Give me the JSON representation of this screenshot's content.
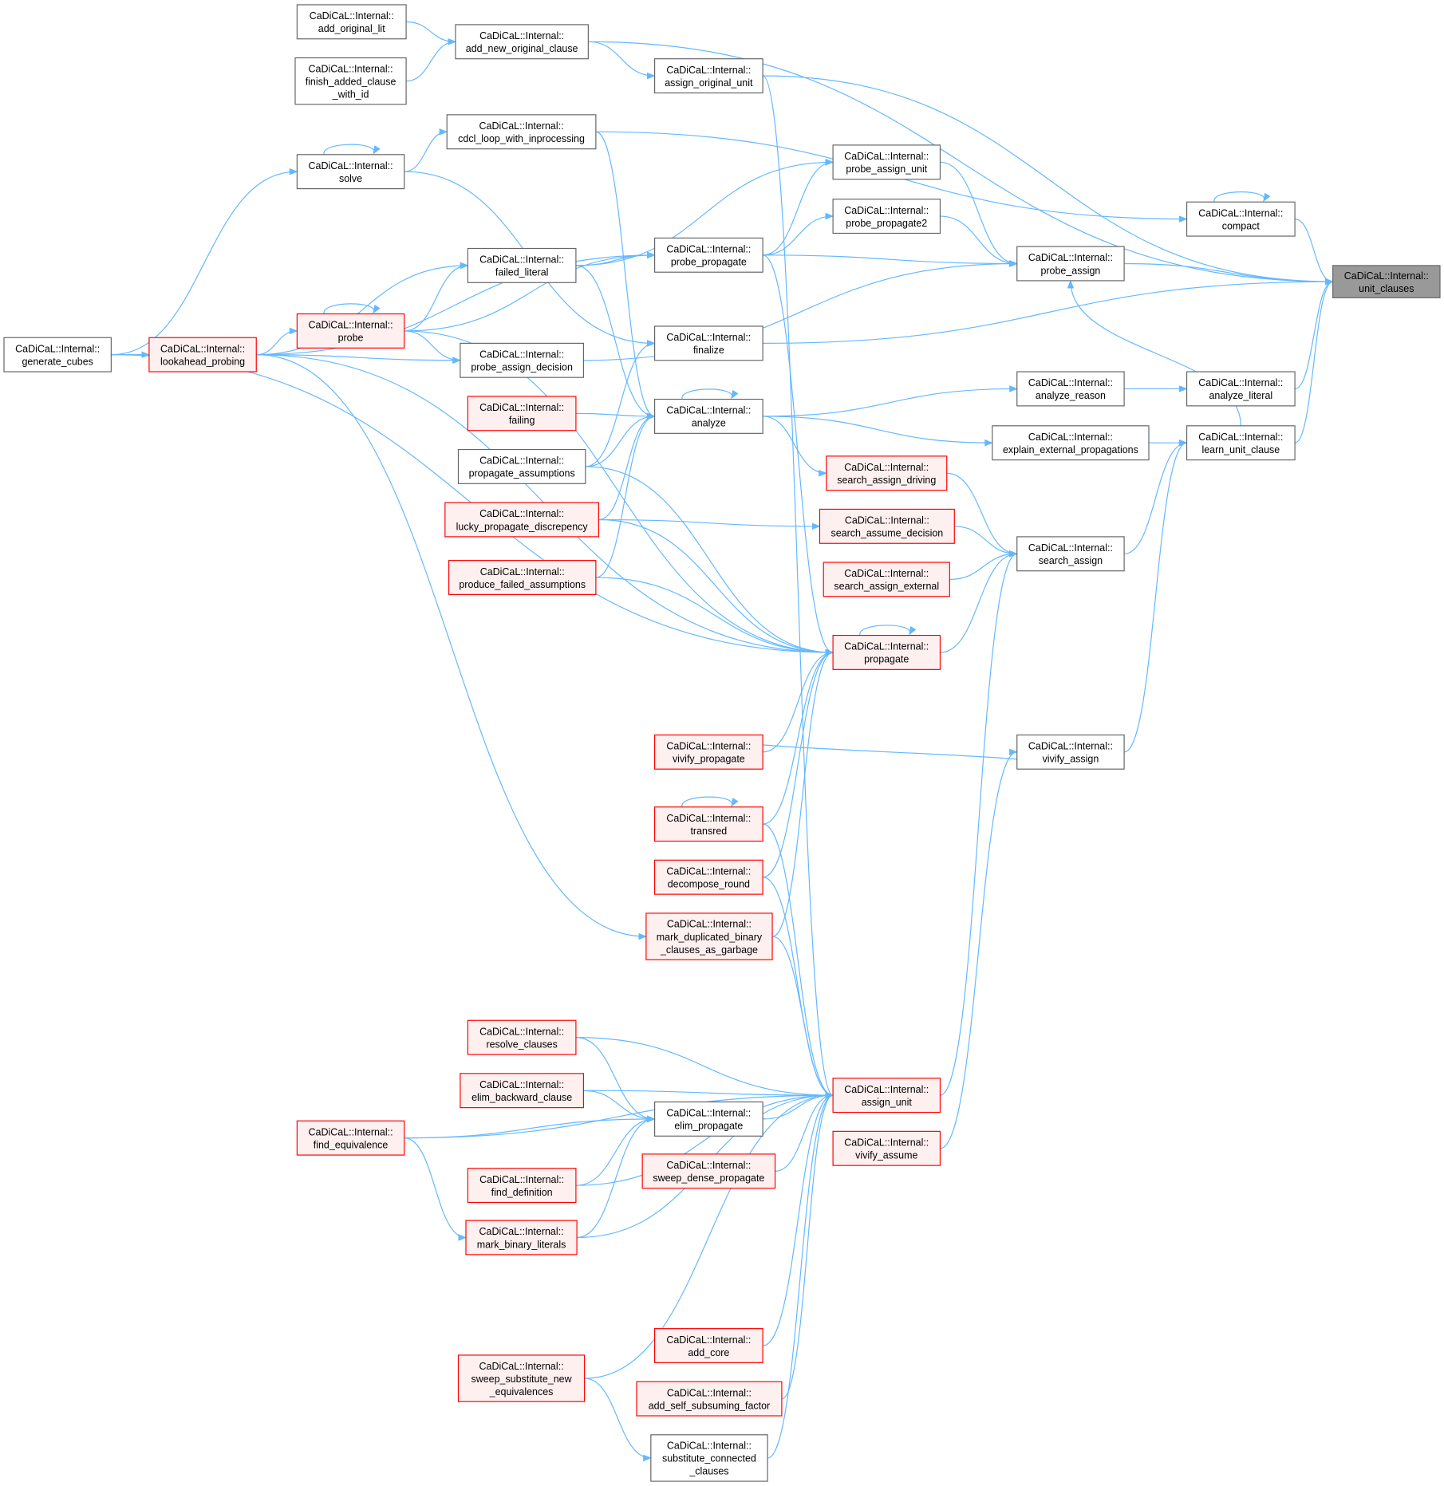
{
  "graph": {
    "title": "CaDiCaL::Internal::unit_clauses caller graph",
    "colors": {
      "edge": "#63b8ff",
      "focus_fill": "#999999",
      "red_border": "#ff0000",
      "red_fill": "#fff0f0",
      "plain_border": "#666666"
    },
    "nodes": [
      {
        "id": "add_original_lit",
        "style": "plain",
        "lines": [
          "CaDiCaL::Internal::",
          "add_original_lit"
        ]
      },
      {
        "id": "add_new_original_clause",
        "style": "plain",
        "lines": [
          "CaDiCaL::Internal::",
          "add_new_original_clause"
        ]
      },
      {
        "id": "finish_added_clause_with_id",
        "style": "plain",
        "lines": [
          "CaDiCaL::Internal::",
          "finish_added_clause",
          "_with_id"
        ]
      },
      {
        "id": "assign_original_unit",
        "style": "plain",
        "lines": [
          "CaDiCaL::Internal::",
          "assign_original_unit"
        ]
      },
      {
        "id": "cdcl_loop_with_inprocessing",
        "style": "plain",
        "lines": [
          "CaDiCaL::Internal::",
          "cdcl_loop_with_inprocessing"
        ]
      },
      {
        "id": "solve",
        "style": "plain",
        "lines": [
          "CaDiCaL::Internal::",
          "solve"
        ]
      },
      {
        "id": "probe_assign_unit",
        "style": "plain",
        "lines": [
          "CaDiCaL::Internal::",
          "probe_assign_unit"
        ]
      },
      {
        "id": "compact",
        "style": "plain",
        "lines": [
          "CaDiCaL::Internal::",
          "compact"
        ]
      },
      {
        "id": "probe_propagate2",
        "style": "plain",
        "lines": [
          "CaDiCaL::Internal::",
          "probe_propagate2"
        ]
      },
      {
        "id": "probe_propagate",
        "style": "plain",
        "lines": [
          "CaDiCaL::Internal::",
          "probe_propagate"
        ]
      },
      {
        "id": "failed_literal",
        "style": "plain",
        "lines": [
          "CaDiCaL::Internal::",
          "failed_literal"
        ]
      },
      {
        "id": "probe_assign",
        "style": "plain",
        "lines": [
          "CaDiCaL::Internal::",
          "probe_assign"
        ]
      },
      {
        "id": "unit_clauses",
        "style": "focus",
        "lines": [
          "CaDiCaL::Internal::",
          "unit_clauses"
        ]
      },
      {
        "id": "generate_cubes",
        "style": "plain",
        "lines": [
          "CaDiCaL::Internal::",
          "generate_cubes"
        ]
      },
      {
        "id": "lookahead_probing",
        "style": "red",
        "lines": [
          "CaDiCaL::Internal::",
          "lookahead_probing"
        ]
      },
      {
        "id": "probe",
        "style": "red",
        "lines": [
          "CaDiCaL::Internal::",
          "probe"
        ]
      },
      {
        "id": "probe_assign_decision",
        "style": "plain",
        "lines": [
          "CaDiCaL::Internal::",
          "probe_assign_decision"
        ]
      },
      {
        "id": "finalize",
        "style": "plain",
        "lines": [
          "CaDiCaL::Internal::",
          "finalize"
        ]
      },
      {
        "id": "analyze_literal",
        "style": "plain",
        "lines": [
          "CaDiCaL::Internal::",
          "analyze_literal"
        ]
      },
      {
        "id": "analyze_reason",
        "style": "plain",
        "lines": [
          "CaDiCaL::Internal::",
          "analyze_reason"
        ]
      },
      {
        "id": "failing",
        "style": "red",
        "lines": [
          "CaDiCaL::Internal::",
          "failing"
        ]
      },
      {
        "id": "analyze",
        "style": "plain",
        "lines": [
          "CaDiCaL::Internal::",
          "analyze"
        ]
      },
      {
        "id": "propagate_assumptions",
        "style": "plain",
        "lines": [
          "CaDiCaL::Internal::",
          "propagate_assumptions"
        ]
      },
      {
        "id": "learn_unit_clause",
        "style": "plain",
        "lines": [
          "CaDiCaL::Internal::",
          "learn_unit_clause"
        ]
      },
      {
        "id": "explain_external_propagations",
        "style": "plain",
        "lines": [
          "CaDiCaL::Internal::",
          "explain_external_propagations"
        ]
      },
      {
        "id": "search_assign_driving",
        "style": "red",
        "lines": [
          "CaDiCaL::Internal::",
          "search_assign_driving"
        ]
      },
      {
        "id": "lucky_propagate_discrepency",
        "style": "red",
        "lines": [
          "CaDiCaL::Internal::",
          "lucky_propagate_discrepency"
        ]
      },
      {
        "id": "search_assume_decision",
        "style": "red",
        "lines": [
          "CaDiCaL::Internal::",
          "search_assume_decision"
        ]
      },
      {
        "id": "search_assign",
        "style": "plain",
        "lines": [
          "CaDiCaL::Internal::",
          "search_assign"
        ]
      },
      {
        "id": "search_assign_external",
        "style": "red",
        "lines": [
          "CaDiCaL::Internal::",
          "search_assign_external"
        ]
      },
      {
        "id": "produce_failed_assumptions",
        "style": "red",
        "lines": [
          "CaDiCaL::Internal::",
          "produce_failed_assumptions"
        ]
      },
      {
        "id": "propagate",
        "style": "red",
        "lines": [
          "CaDiCaL::Internal::",
          "propagate"
        ]
      },
      {
        "id": "vivify_propagate",
        "style": "red",
        "lines": [
          "CaDiCaL::Internal::",
          "vivify_propagate"
        ]
      },
      {
        "id": "vivify_assign",
        "style": "plain",
        "lines": [
          "CaDiCaL::Internal::",
          "vivify_assign"
        ]
      },
      {
        "id": "transred",
        "style": "red",
        "lines": [
          "CaDiCaL::Internal::",
          "transred"
        ]
      },
      {
        "id": "decompose_round",
        "style": "red",
        "lines": [
          "CaDiCaL::Internal::",
          "decompose_round"
        ]
      },
      {
        "id": "mark_duplicated_binary_clauses_as_garbage",
        "style": "red",
        "lines": [
          "CaDiCaL::Internal::",
          "mark_duplicated_binary",
          "_clauses_as_garbage"
        ]
      },
      {
        "id": "resolve_clauses",
        "style": "red",
        "lines": [
          "CaDiCaL::Internal::",
          "resolve_clauses"
        ]
      },
      {
        "id": "elim_backward_clause",
        "style": "red",
        "lines": [
          "CaDiCaL::Internal::",
          "elim_backward_clause"
        ]
      },
      {
        "id": "assign_unit",
        "style": "red",
        "lines": [
          "CaDiCaL::Internal::",
          "assign_unit"
        ]
      },
      {
        "id": "elim_propagate",
        "style": "plain",
        "lines": [
          "CaDiCaL::Internal::",
          "elim_propagate"
        ]
      },
      {
        "id": "find_equivalence",
        "style": "red",
        "lines": [
          "CaDiCaL::Internal::",
          "find_equivalence"
        ]
      },
      {
        "id": "vivify_assume",
        "style": "red",
        "lines": [
          "CaDiCaL::Internal::",
          "vivify_assume"
        ]
      },
      {
        "id": "sweep_dense_propagate",
        "style": "red",
        "lines": [
          "CaDiCaL::Internal::",
          "sweep_dense_propagate"
        ]
      },
      {
        "id": "find_definition",
        "style": "red",
        "lines": [
          "CaDiCaL::Internal::",
          "find_definition"
        ]
      },
      {
        "id": "mark_binary_literals",
        "style": "red",
        "lines": [
          "CaDiCaL::Internal::",
          "mark_binary_literals"
        ]
      },
      {
        "id": "add_core",
        "style": "red",
        "lines": [
          "CaDiCaL::Internal::",
          "add_core"
        ]
      },
      {
        "id": "sweep_substitute_new_equivalences",
        "style": "red",
        "lines": [
          "CaDiCaL::Internal::",
          "sweep_substitute_new",
          "_equivalences"
        ]
      },
      {
        "id": "add_self_subsuming_factor",
        "style": "red",
        "lines": [
          "CaDiCaL::Internal::",
          "add_self_subsuming_factor"
        ]
      },
      {
        "id": "substitute_connected_clauses",
        "style": "plain",
        "lines": [
          "CaDiCaL::Internal::",
          "substitute_connected",
          "_clauses"
        ]
      }
    ],
    "edges": [
      [
        "add_original_lit",
        "add_new_original_clause"
      ],
      [
        "finish_added_clause_with_id",
        "add_new_original_clause"
      ],
      [
        "add_new_original_clause",
        "unit_clauses"
      ],
      [
        "add_new_original_clause",
        "assign_original_unit"
      ],
      [
        "assign_original_unit",
        "unit_clauses"
      ],
      [
        "assign_original_unit",
        "assign_unit"
      ],
      [
        "cdcl_loop_with_inprocessing",
        "compact"
      ],
      [
        "cdcl_loop_with_inprocessing",
        "analyze"
      ],
      [
        "compact",
        "compact"
      ],
      [
        "compact",
        "unit_clauses"
      ],
      [
        "solve",
        "cdcl_loop_with_inprocessing"
      ],
      [
        "solve",
        "solve"
      ],
      [
        "solve",
        "finalize"
      ],
      [
        "generate_cubes",
        "solve"
      ],
      [
        "generate_cubes",
        "lookahead_probing"
      ],
      [
        "generate_cubes",
        "propagate"
      ],
      [
        "probe_propagate",
        "probe_assign_unit"
      ],
      [
        "failed_literal",
        "probe_assign_unit"
      ],
      [
        "probe_propagate",
        "probe_propagate2"
      ],
      [
        "probe_assign_unit",
        "probe_assign"
      ],
      [
        "probe_propagate2",
        "probe_assign"
      ],
      [
        "probe_propagate",
        "probe_assign"
      ],
      [
        "probe_assign_decision",
        "probe_assign"
      ],
      [
        "learn_unit_clause",
        "probe_assign"
      ],
      [
        "probe_assign",
        "unit_clauses"
      ],
      [
        "failed_literal",
        "probe_propagate"
      ],
      [
        "probe",
        "probe_propagate"
      ],
      [
        "lookahead_probing",
        "probe_propagate"
      ],
      [
        "probe_propagate",
        "propagate"
      ],
      [
        "probe",
        "failed_literal"
      ],
      [
        "lookahead_probing",
        "failed_literal"
      ],
      [
        "failed_literal",
        "analyze"
      ],
      [
        "lookahead_probing",
        "probe"
      ],
      [
        "probe",
        "probe"
      ],
      [
        "probe",
        "probe_assign_decision"
      ],
      [
        "lookahead_probing",
        "probe_assign_decision"
      ],
      [
        "probe",
        "propagate"
      ],
      [
        "lookahead_probing",
        "propagate"
      ],
      [
        "lookahead_probing",
        "mark_duplicated_binary_clauses_as_garbage"
      ],
      [
        "finalize",
        "unit_clauses"
      ],
      [
        "propagate_assumptions",
        "finalize"
      ],
      [
        "failing",
        "analyze"
      ],
      [
        "propagate_assumptions",
        "analyze"
      ],
      [
        "lucky_propagate_discrepency",
        "analyze"
      ],
      [
        "produce_failed_assumptions",
        "analyze"
      ],
      [
        "analyze",
        "analyze"
      ],
      [
        "analyze",
        "analyze_reason"
      ],
      [
        "analyze",
        "explain_external_propagations"
      ],
      [
        "analyze",
        "search_assign_driving"
      ],
      [
        "analyze_reason",
        "analyze_literal"
      ],
      [
        "analyze_literal",
        "unit_clauses"
      ],
      [
        "explain_external_propagations",
        "learn_unit_clause"
      ],
      [
        "learn_unit_clause",
        "unit_clauses"
      ],
      [
        "search_assign",
        "learn_unit_clause"
      ],
      [
        "vivify_assign",
        "learn_unit_clause"
      ],
      [
        "search_assign_driving",
        "search_assign"
      ],
      [
        "search_assume_decision",
        "search_assign"
      ],
      [
        "search_assign_external",
        "search_assign"
      ],
      [
        "propagate",
        "search_assign"
      ],
      [
        "assign_unit",
        "search_assign"
      ],
      [
        "lucky_propagate_discrepency",
        "search_assume_decision"
      ],
      [
        "propagate",
        "propagate"
      ],
      [
        "propagate_assumptions",
        "propagate"
      ],
      [
        "lucky_propagate_discrepency",
        "propagate"
      ],
      [
        "produce_failed_assumptions",
        "propagate"
      ],
      [
        "vivify_propagate",
        "propagate"
      ],
      [
        "transred",
        "propagate"
      ],
      [
        "decompose_round",
        "propagate"
      ],
      [
        "mark_duplicated_binary_clauses_as_garbage",
        "propagate"
      ],
      [
        "vivify_assign",
        "vivify_propagate"
      ],
      [
        "vivify_assume",
        "vivify_assign"
      ],
      [
        "transred",
        "transred"
      ],
      [
        "transred",
        "assign_unit"
      ],
      [
        "decompose_round",
        "assign_unit"
      ],
      [
        "mark_duplicated_binary_clauses_as_garbage",
        "assign_unit"
      ],
      [
        "resolve_clauses",
        "assign_unit"
      ],
      [
        "elim_backward_clause",
        "assign_unit"
      ],
      [
        "elim_propagate",
        "assign_unit"
      ],
      [
        "find_equivalence",
        "assign_unit"
      ],
      [
        "sweep_dense_propagate",
        "assign_unit"
      ],
      [
        "find_definition",
        "assign_unit"
      ],
      [
        "mark_binary_literals",
        "assign_unit"
      ],
      [
        "add_core",
        "assign_unit"
      ],
      [
        "sweep_substitute_new_equivalences",
        "assign_unit"
      ],
      [
        "add_self_subsuming_factor",
        "assign_unit"
      ],
      [
        "substitute_connected_clauses",
        "assign_unit"
      ],
      [
        "resolve_clauses",
        "elim_propagate"
      ],
      [
        "elim_backward_clause",
        "elim_propagate"
      ],
      [
        "find_definition",
        "elim_propagate"
      ],
      [
        "mark_binary_literals",
        "elim_propagate"
      ],
      [
        "find_equivalence",
        "elim_propagate"
      ],
      [
        "find_equivalence",
        "mark_binary_literals"
      ],
      [
        "sweep_substitute_new_equivalences",
        "substitute_connected_clauses"
      ]
    ]
  }
}
